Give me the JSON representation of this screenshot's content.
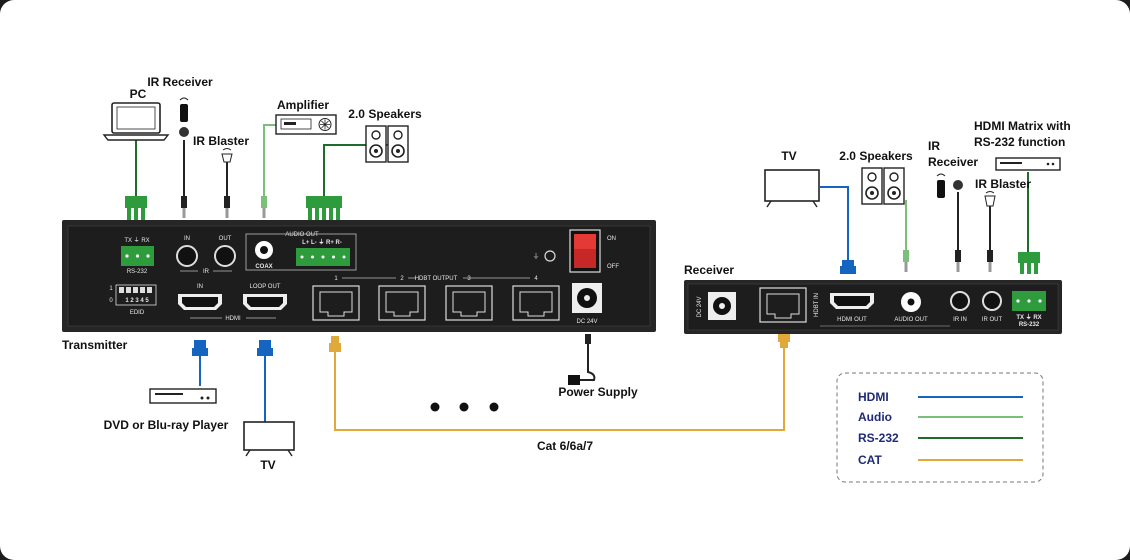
{
  "colors": {
    "hdmi": "#1565c0",
    "audio": "#7bbf7b",
    "rs232": "#1f6b2c",
    "cat": "#e0a93a",
    "panel": "#262626",
    "legend_text": "#1e2a78"
  },
  "labels": {
    "pc": "PC",
    "ir_receiver_tx": "IR Receiver",
    "ir_blaster_tx": "IR Blaster",
    "amplifier": "Amplifier",
    "speakers_tx": "2.0 Speakers",
    "transmitter": "Transmitter",
    "dvd": "DVD or Blu-ray Player",
    "tv_tx": "TV",
    "power_supply": "Power Supply",
    "cable": "Cat 6/6a/7",
    "tv_rx": "TV",
    "speakers_rx": "2.0 Speakers",
    "ir_receiver_rx_1": "IR",
    "ir_receiver_rx_2": "Receiver",
    "ir_blaster_rx": "IR Blaster",
    "matrix_1": "HDMI Matrix with",
    "matrix_2": "RS-232 function",
    "receiver": "Receiver"
  },
  "transmitter_panel": {
    "rs232_top": "TX ⏚ RX",
    "rs232": "RS-232",
    "ir_in": "IN",
    "ir_out": "OUT",
    "ir": "IR",
    "audio_out": "AUDIO OUT",
    "coax": "COAX",
    "audio_pins": "L+ L- ⏚ R+ R-",
    "edid": "EDID",
    "edid_top": "1",
    "edid_bottom": "0",
    "edid_nums": "1 2 3 4 5",
    "hdmi_in": "IN",
    "loop_out": "LOOP OUT",
    "hdmi": "HDMI",
    "hdbt_output": "HDBT OUTPUT",
    "port1": "1",
    "port2": "2",
    "port3": "3",
    "port4": "4",
    "on": "ON",
    "off": "OFF",
    "dc": "DC 24V",
    "ground": "⏚"
  },
  "receiver_panel": {
    "dc": "DC 24V",
    "hdbt_in": "HDBT IN",
    "hdmi_out": "HDMI OUT",
    "audio_out": "AUDIO OUT",
    "ir_in": "IR IN",
    "ir_out": "IR OUT",
    "rs232_top": "TX ⏚ RX",
    "rs232": "RS-232"
  },
  "legend": [
    {
      "label": "HDMI",
      "color": "#1565c0"
    },
    {
      "label": "Audio",
      "color": "#7bbf7b"
    },
    {
      "label": "RS-232",
      "color": "#1f6b2c"
    },
    {
      "label": "CAT",
      "color": "#e0a93a"
    }
  ]
}
